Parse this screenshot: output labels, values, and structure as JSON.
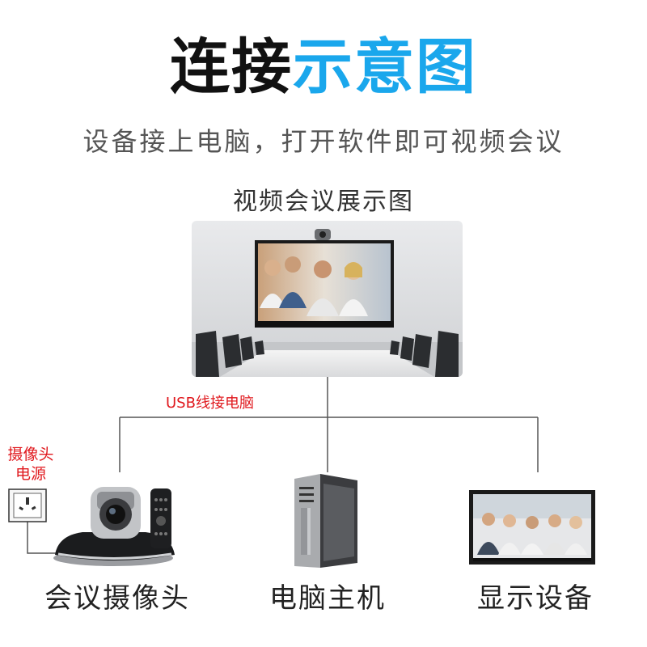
{
  "title": {
    "part1": "连接",
    "part2": "示意图"
  },
  "subtitle": "设备接上电脑，打开软件即可视频会议",
  "scene_label": "视频会议展示图",
  "usb_label": "USB线接电脑",
  "power_label": {
    "line1": "摄像头",
    "line2": "电源"
  },
  "devices": [
    {
      "label": "会议摄像头"
    },
    {
      "label": "电脑主机"
    },
    {
      "label": "显示设备"
    }
  ],
  "colors": {
    "accent": "#1aa7ec",
    "annotation": "#e0191e",
    "title": "#111111"
  }
}
